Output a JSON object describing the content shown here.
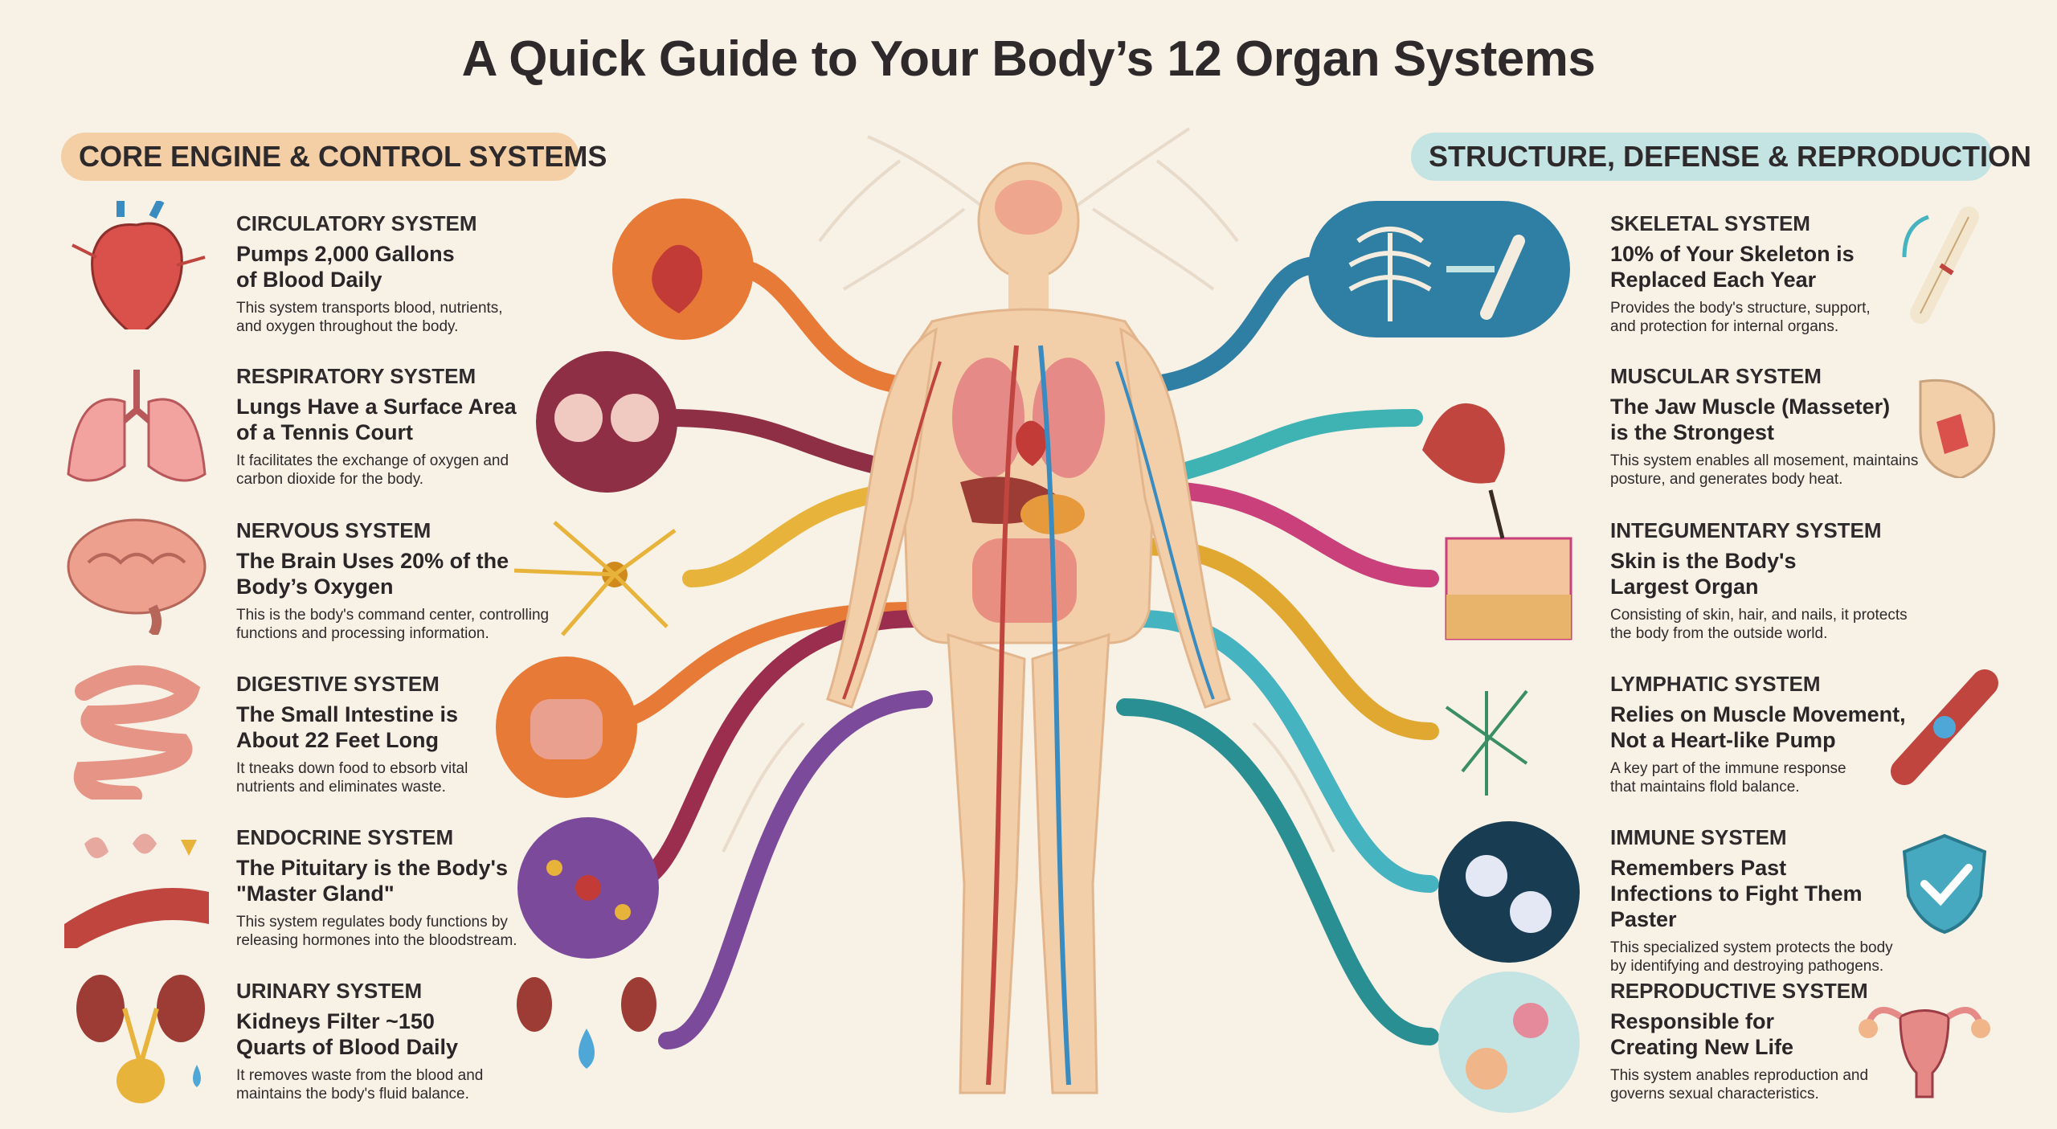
{
  "title": "A Quick Guide to Your Body’s 12 Organ Systems",
  "left_group": {
    "label": "CORE ENGINE & CONTROL SYSTEMS",
    "systems": [
      {
        "name": "CIRCULATORY SYSTEM",
        "fact": "Pumps 2,000 Gallons of Blood Daily",
        "desc": "This system transports blood, nutrients, and oxygen throughout the body.",
        "icon": "heart-icon"
      },
      {
        "name": "RESPIRATORY SYSTEM",
        "fact": "Lungs Have a Surface Area of a Tennis Court",
        "desc": "It facilitates the exchange of oxygen and carbon dioxide for the body.",
        "icon": "lungs-icon"
      },
      {
        "name": "NERVOUS SYSTEM",
        "fact": "The Brain Uses 20% of the Body’s Oxygen",
        "desc": "This is the body's command center, controlling functions and processing information.",
        "icon": "brain-icon"
      },
      {
        "name": "DIGESTIVE SYSTEM",
        "fact": "The Small Intestine is About 22 Feet Long",
        "desc": "It tneaks down food to ebsorb vital nutrients and eliminates waste.",
        "icon": "intestine-icon"
      },
      {
        "name": "ENDOCRINE SYSTEM",
        "fact": "The Pituitary is the Body's \"Master Gland\"",
        "desc": "This system regulates body functions by releasing hormones into the bloodstream.",
        "icon": "glands-icon"
      },
      {
        "name": "URINARY SYSTEM",
        "fact": "Kidneys Filter ~150 Quarts of Blood Daily",
        "desc": "It removes waste from the blood and maintains the body's fluid balance.",
        "icon": "kidneys-icon"
      }
    ]
  },
  "right_group": {
    "label": "STRUCTURE, DEFENSE & REPRODUCTION",
    "systems": [
      {
        "name": "SKELETAL SYSTEM",
        "fact": "10% of Your Skeleton is Replaced Each Year",
        "desc": "Provides the body's structure, support, and protection for internal organs.",
        "icon": "bone-icon"
      },
      {
        "name": "MUSCULAR SYSTEM",
        "fact": "The Jaw Muscle (Masseter) is the Strongest",
        "desc": "This system enables all mosement, maintains posture, and generates body heat.",
        "icon": "muscle-icon"
      },
      {
        "name": "INTEGUMENTARY SYSTEM",
        "fact": "Skin is the Body's Largest Organ",
        "desc": "Consisting of skin, hair, and nails, it protects the body from the outside world.",
        "icon": "skin-icon"
      },
      {
        "name": "LYMPHATIC SYSTEM",
        "fact": "Relies on Muscle Movement, Not a Heart-like Pump",
        "desc": "A key part of the immune response that maintains flold balance.",
        "icon": "lymph-icon"
      },
      {
        "name": "IMMUNE SYSTEM",
        "fact": "Remembers Past Infections to Fight Them Paster",
        "desc": "This specialized system protects the body by identifying and destroying pathogens.",
        "icon": "shield-icon"
      },
      {
        "name": "REPRODUCTIVE SYSTEM",
        "fact": "Responsible for Creating New Life",
        "desc": "This system anables reproduction and governs sexual characteristics.",
        "icon": "uterus-icon"
      }
    ]
  },
  "colors": {
    "background": "#f7f1e6",
    "left_pill": "#f4cfa6",
    "right_pill": "#c4e4e4",
    "circulatory": "#c0453f",
    "respiratory": "#8e2f45",
    "nervous": "#e8b33a",
    "digestive": "#e77a37",
    "endocrine": "#9b2e4e",
    "urinary": "#7b4a9b",
    "skeletal": "#2f7ea3",
    "muscular": "#3fb3b3",
    "integumentary": "#c9407a",
    "lymphatic": "#e0a830",
    "immune": "#46b3c0",
    "reproductive": "#2a8f93",
    "body": "#f2cfa8"
  }
}
